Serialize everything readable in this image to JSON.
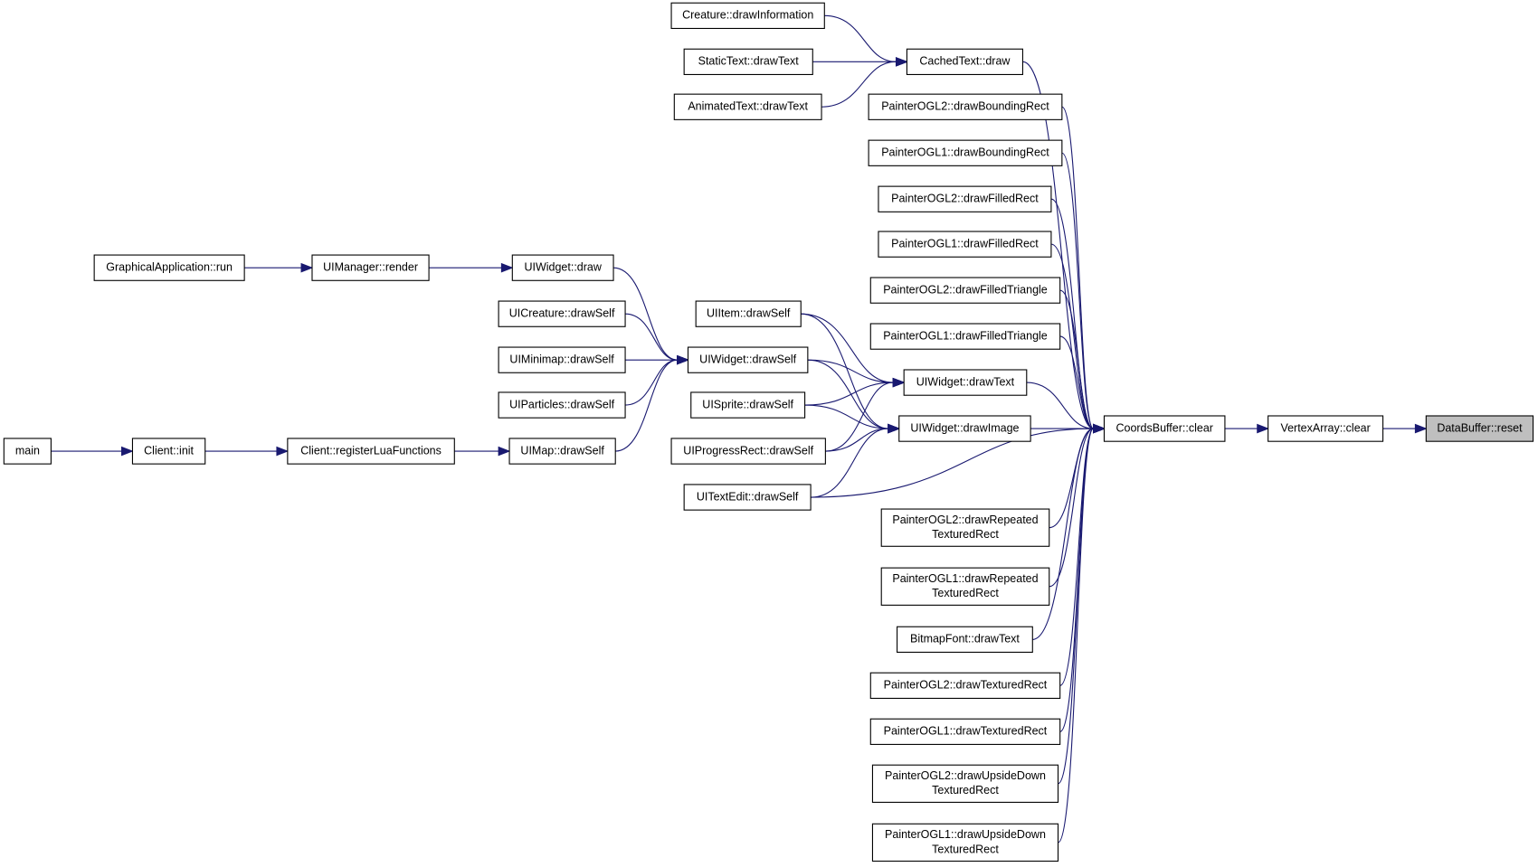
{
  "root": "DataBuffer::reset",
  "colors": {
    "edge": "#191970",
    "node_border": "#000000",
    "root_fill": "#bfbfbf",
    "node_fill": "#ffffff"
  },
  "nodes": {
    "reset": [
      "DataBuffer::reset"
    ],
    "vaclear": [
      "VertexArray::clear"
    ],
    "cbclear": [
      "CoordsBuffer::clear"
    ],
    "ctdraw": [
      "CachedText::draw"
    ],
    "crinfo": [
      "Creature::drawInformation"
    ],
    "stext": [
      "StaticText::drawText"
    ],
    "atext": [
      "AnimatedText::drawText"
    ],
    "p2bound": [
      "PainterOGL2::drawBoundingRect"
    ],
    "p1bound": [
      "PainterOGL1::drawBoundingRect"
    ],
    "p2fill": [
      "PainterOGL2::drawFilledRect"
    ],
    "p1fill": [
      "PainterOGL1::drawFilledRect"
    ],
    "p2tri": [
      "PainterOGL2::drawFilledTriangle"
    ],
    "p1tri": [
      "PainterOGL1::drawFilledTriangle"
    ],
    "wtext": [
      "UIWidget::drawText"
    ],
    "wimage": [
      "UIWidget::drawImage"
    ],
    "p2rep": [
      "PainterOGL2::drawRepeated",
      "TexturedRect"
    ],
    "p1rep": [
      "PainterOGL1::drawRepeated",
      "TexturedRect"
    ],
    "bfont": [
      "BitmapFont::drawText"
    ],
    "p2tex": [
      "PainterOGL2::drawTexturedRect"
    ],
    "p1tex": [
      "PainterOGL1::drawTexturedRect"
    ],
    "p2ud": [
      "PainterOGL2::drawUpsideDown",
      "TexturedRect"
    ],
    "p1ud": [
      "PainterOGL1::drawUpsideDown",
      "TexturedRect"
    ],
    "wself": [
      "UIWidget::drawSelf"
    ],
    "uiitem": [
      "UIItem::drawSelf"
    ],
    "uisprite": [
      "UISprite::drawSelf"
    ],
    "uiprog": [
      "UIProgressRect::drawSelf"
    ],
    "uitextedit": [
      "UITextEdit::drawSelf"
    ],
    "wdraw": [
      "UIWidget::draw"
    ],
    "uicreature": [
      "UICreature::drawSelf"
    ],
    "uiminimap": [
      "UIMinimap::drawSelf"
    ],
    "uiparticles": [
      "UIParticles::drawSelf"
    ],
    "uimap": [
      "UIMap::drawSelf"
    ],
    "mgr": [
      "UIManager::render"
    ],
    "gapp": [
      "GraphicalApplication::run"
    ],
    "reglua": [
      "Client::registerLuaFunctions"
    ],
    "cinit": [
      "Client::init"
    ],
    "main": [
      "main"
    ]
  },
  "edges": [
    [
      "vaclear",
      "reset"
    ],
    [
      "cbclear",
      "vaclear"
    ],
    [
      "ctdraw",
      "cbclear"
    ],
    [
      "p2bound",
      "cbclear"
    ],
    [
      "p1bound",
      "cbclear"
    ],
    [
      "p2fill",
      "cbclear"
    ],
    [
      "p1fill",
      "cbclear"
    ],
    [
      "p2tri",
      "cbclear"
    ],
    [
      "p1tri",
      "cbclear"
    ],
    [
      "wtext",
      "cbclear"
    ],
    [
      "wimage",
      "cbclear"
    ],
    [
      "uitextedit",
      "cbclear"
    ],
    [
      "p2rep",
      "cbclear"
    ],
    [
      "p1rep",
      "cbclear"
    ],
    [
      "bfont",
      "cbclear"
    ],
    [
      "p2tex",
      "cbclear"
    ],
    [
      "p1tex",
      "cbclear"
    ],
    [
      "p2ud",
      "cbclear"
    ],
    [
      "p1ud",
      "cbclear"
    ],
    [
      "crinfo",
      "ctdraw"
    ],
    [
      "stext",
      "ctdraw"
    ],
    [
      "atext",
      "ctdraw"
    ],
    [
      "wself",
      "wtext"
    ],
    [
      "uiitem",
      "wtext"
    ],
    [
      "uisprite",
      "wtext"
    ],
    [
      "uiprog",
      "wtext"
    ],
    [
      "wself",
      "wimage"
    ],
    [
      "uiitem",
      "wimage"
    ],
    [
      "uisprite",
      "wimage"
    ],
    [
      "uiprog",
      "wimage"
    ],
    [
      "uitextedit",
      "wimage"
    ],
    [
      "wdraw",
      "wself"
    ],
    [
      "uicreature",
      "wself"
    ],
    [
      "uiminimap",
      "wself"
    ],
    [
      "uiparticles",
      "wself"
    ],
    [
      "uimap",
      "wself"
    ],
    [
      "mgr",
      "wdraw"
    ],
    [
      "gapp",
      "mgr"
    ],
    [
      "reglua",
      "uimap"
    ],
    [
      "cinit",
      "reglua"
    ],
    [
      "main",
      "cinit"
    ]
  ]
}
